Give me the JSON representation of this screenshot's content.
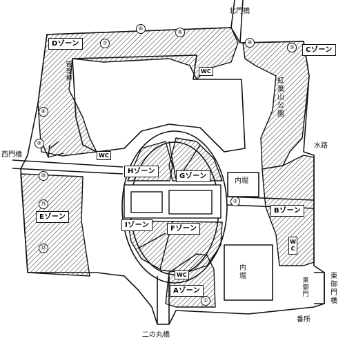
{
  "zones": {
    "a": "Aゾーン",
    "b": "Bゾーン",
    "c": "Cゾーン",
    "d": "Dゾーン",
    "e": "Eゾーン",
    "f": "Fゾーン",
    "g": "Gゾーン",
    "h": "Hゾーン",
    "i": "Iゾーン"
  },
  "toilets": {
    "label": "WC"
  },
  "place_labels": {
    "north_gate_bridge": "北門橋",
    "west_gate_bridge": "西門橋",
    "ninomaru_bridge": "二の丸橋",
    "east_gate_bridge": "東御門橋",
    "east_gate": "東御門",
    "koyosan_park": "紅葉山公園",
    "management_building": "管理棟",
    "waterway": "水路",
    "inner_moat_upper": "内堀",
    "inner_moat_lower": "内堀",
    "guardhouse": "番所"
  },
  "markers": [
    "①",
    "②",
    "③",
    "④",
    "⑤",
    "⑥",
    "⑦",
    "⑧",
    "⑨",
    "⑩",
    "⑪",
    "⑫"
  ],
  "colors": {
    "ink": "#111111",
    "hatch": "#333333",
    "background": "#ffffff"
  }
}
